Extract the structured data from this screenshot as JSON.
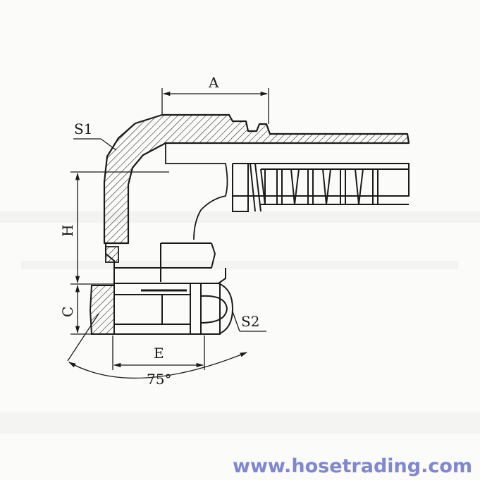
{
  "labels": {
    "a": "A",
    "s1": "S1",
    "h": "H",
    "c": "C",
    "s2": "S2",
    "e": "E",
    "angle": "75°"
  },
  "watermark": {
    "text": "www.hosetrading.com",
    "color": "#7f86d3"
  },
  "colors": {
    "ink": "#1a1a1a",
    "paper": "#fbfbf9"
  }
}
